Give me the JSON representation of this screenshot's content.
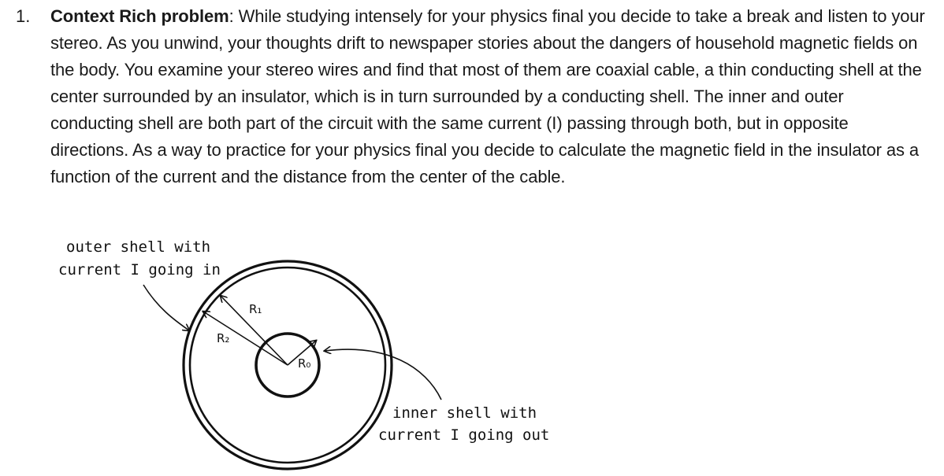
{
  "problem": {
    "number": "1.",
    "title": "Context Rich problem",
    "body": ": While studying intensely for your physics final you decide to take a break and listen to your stereo. As you unwind, your thoughts drift to newspaper stories about the dangers of household magnetic fields on the body. You examine your stereo wires and find that most of them are coaxial cable, a thin conducting shell at the center surrounded by an insulator, which is in turn surrounded by a conducting shell. The inner and outer conducting shell are both part of the circuit with the same current (I) passing through both, but in opposite directions. As a way to practice for your physics final you decide to calculate the magnetic field in the insulator as a function of the current and the distance from the center of the cable."
  },
  "figure": {
    "outer_label_line1": "outer shell with",
    "outer_label_line2": "current I going in",
    "inner_label_line1": "inner shell with",
    "inner_label_line2": "current I going out",
    "r1_label": "R₁",
    "r2_label": "R₂",
    "r0_label": "R₀"
  }
}
